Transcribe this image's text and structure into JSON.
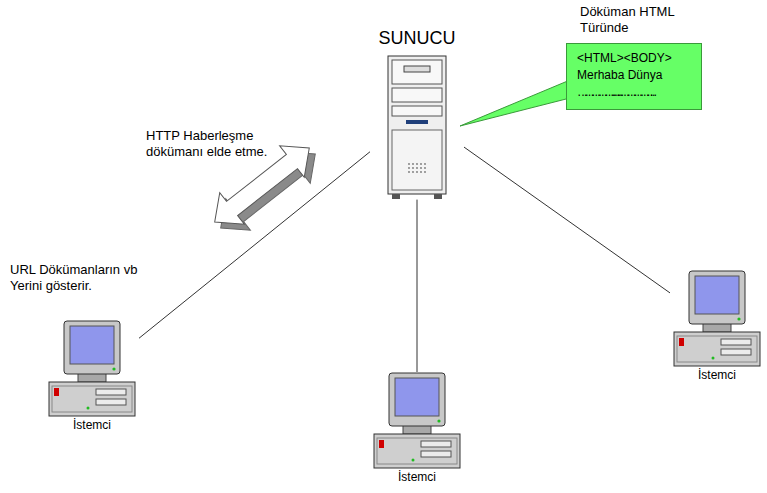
{
  "diagram": {
    "nodes": [
      {
        "text": [
          "SUNUCU"
        ]
      },
      {
        "text": [
          "Döküman HTML Türünde",
          "<HTML><BODY> Merhaba Dünya ………………. ……………….."
        ]
      },
      {
        "text": [
          "İstemci"
        ]
      },
      {
        "text": [
          "İstemci"
        ]
      },
      {
        "text": [
          "İstemci"
        ]
      }
    ],
    "edges": [
      {
        "from": 0,
        "to": 2,
        "arrow": "none"
      },
      {
        "from": 0,
        "to": 3,
        "arrow": "none"
      },
      {
        "from": 0,
        "to": 4,
        "arrow": "none"
      }
    ],
    "labels": [
      "HTTP Haberleşme dökümanı elde etme.",
      "URL Dökümanların vb Yerini gösterir."
    ]
  }
}
